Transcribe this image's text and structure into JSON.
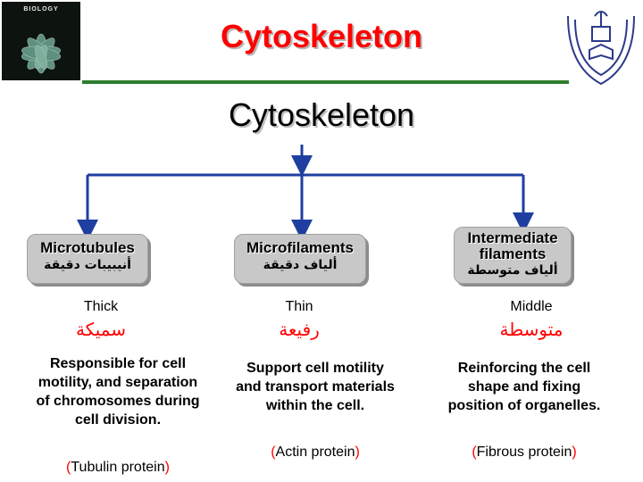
{
  "header": {
    "book_cover_title": "BIOLOGY",
    "title_top": "Cytoskeleton",
    "title_main": "Cytoskeleton"
  },
  "colors": {
    "accent_red": "#ff0000",
    "rule_green": "#2e7d2e",
    "connector_blue": "#1f3fa0",
    "box_gray": "#c8c8c8"
  },
  "branches": [
    {
      "name": "Microtubules",
      "arabic": "أنيبيبات دقيقة",
      "size": "Thick",
      "size_arabic": "سميكة",
      "description": "Responsible for cell motility, and separation of chromosomes during cell division.",
      "protein": "Tubulin protein"
    },
    {
      "name": "Microfilaments",
      "arabic": "ألياف دقيقة",
      "size": "Thin",
      "size_arabic": "رفيعة",
      "description": "Support cell motility and transport materials within the cell.",
      "protein": "Actin protein"
    },
    {
      "name": "Intermediate filaments",
      "arabic": "ألياف متوسطة",
      "size": "Middle",
      "size_arabic": "متوسطة",
      "description": "Reinforcing the cell shape and fixing position of organelles.",
      "protein": "Fibrous protein"
    }
  ]
}
